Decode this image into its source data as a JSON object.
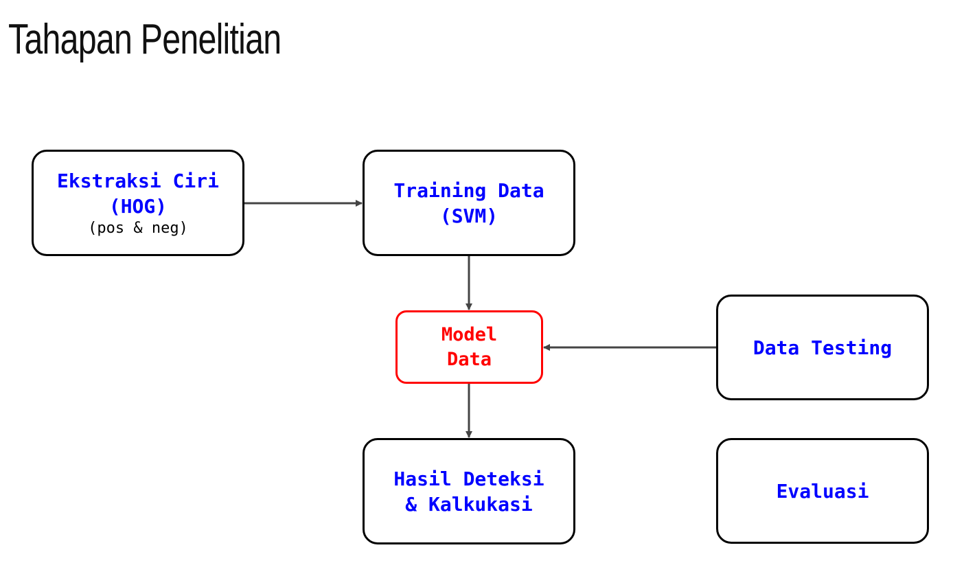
{
  "slide": {
    "title": "Tahapan Penelitian"
  },
  "nodes": {
    "ekstraksi": {
      "label": "Ekstraksi Ciri\n(HOG)",
      "sub": "(pos & neg)"
    },
    "training": {
      "label": "Training Data\n(SVM)"
    },
    "model": {
      "label": "Model\nData"
    },
    "testing": {
      "label": "Data Testing"
    },
    "hasil": {
      "label": "Hasil Deteksi\n& Kalkukasi"
    },
    "evaluasi": {
      "label": "Evaluasi"
    }
  },
  "edges": [
    {
      "from": "ekstraksi",
      "to": "training"
    },
    {
      "from": "training",
      "to": "model"
    },
    {
      "from": "testing",
      "to": "model"
    },
    {
      "from": "model",
      "to": "hasil"
    }
  ],
  "colors": {
    "node_text": "#0000ff",
    "highlight": "#ff0000",
    "border": "#000000",
    "arrow": "#444444"
  }
}
